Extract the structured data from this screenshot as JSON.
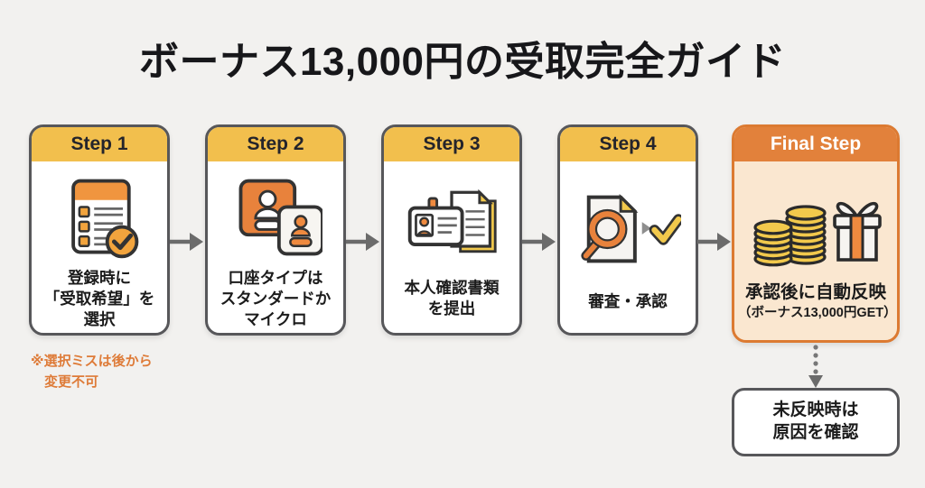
{
  "title": "ボーナス13,000円の受取完全ガイド",
  "colors": {
    "background": "#F2F1EF",
    "step_header_yellow": "#F2BF4D",
    "accent_orange": "#E2813B",
    "final_body_peach": "#FAE7D0",
    "card_border_gray": "#57575A",
    "arrow_gray": "#6B6B6B",
    "note_orange": "#DE7B38",
    "coin_yellow": "#F2C94C"
  },
  "steps": [
    {
      "label": "Step 1",
      "icon": "checklist-check-icon",
      "lines": [
        "登録時に",
        "「受取希望」を",
        "選択"
      ]
    },
    {
      "label": "Step 2",
      "icon": "account-type-cards-icon",
      "lines": [
        "口座タイプは",
        "スタンダードか",
        "マイクロ"
      ]
    },
    {
      "label": "Step 3",
      "icon": "id-documents-icon",
      "lines": [
        "本人確認書類",
        "を提出"
      ]
    },
    {
      "label": "Step 4",
      "icon": "review-approval-icon",
      "lines": [
        "審査・承認"
      ]
    }
  ],
  "final_step": {
    "label": "Final Step",
    "icon": "coins-gift-icon",
    "line1": "承認後に自動反映",
    "line2": "（ボーナス13,000円GET）"
  },
  "step1_note": {
    "line1": "※選択ミスは後から",
    "line2": "変更不可"
  },
  "fallback_box": {
    "line1": "未反映時は",
    "line2": "原因を確認"
  }
}
